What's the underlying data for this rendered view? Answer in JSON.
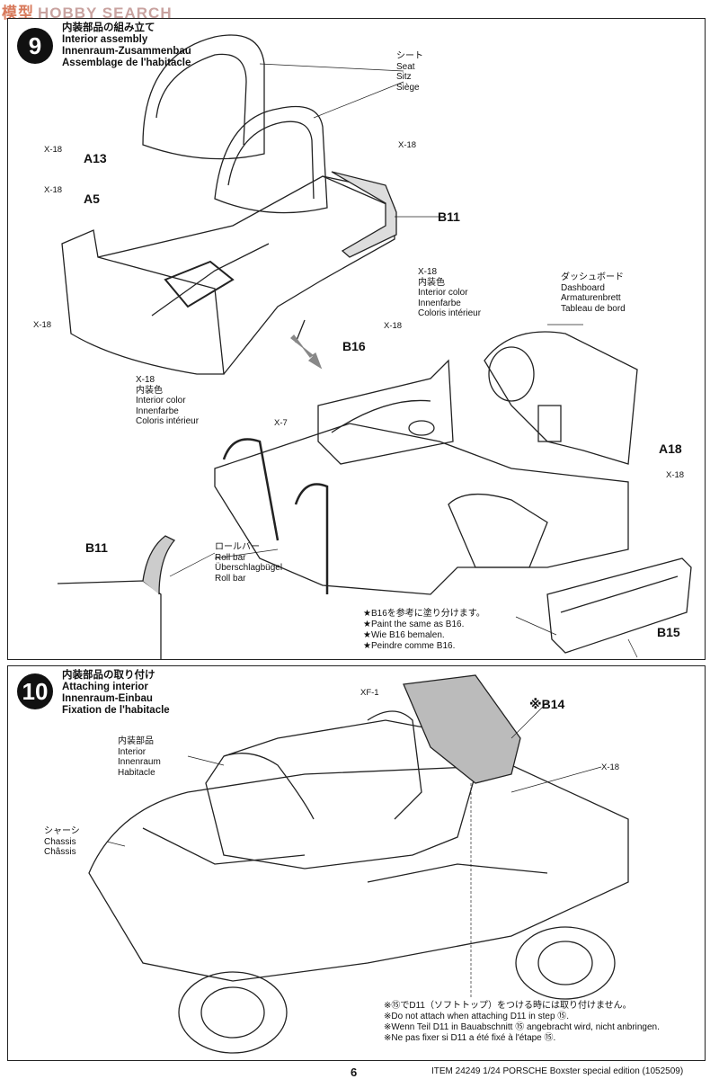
{
  "watermark": {
    "cn": "模型",
    "en": "HOBBY SEARCH"
  },
  "step9": {
    "number": "9",
    "title_lines": [
      "内装部品の組み立て",
      "Interior assembly",
      "Innenraum-Zusammenbau",
      "Assemblage de l'habitacle"
    ],
    "seat_lines": [
      "シート",
      "Seat",
      "Sitz",
      "Siège"
    ],
    "dashboard_lines": [
      "ダッシュボード",
      "Dashboard",
      "Armaturenbrett",
      "Tableau de bord"
    ],
    "rollbar_lines": [
      "ロールバー",
      "Roll bar",
      "Überschlagbügel",
      "Roll bar"
    ],
    "interior_color_lines": [
      "X-18",
      "内装色",
      "Interior color",
      "Innenfarbe",
      "Coloris intérieur"
    ],
    "parts": {
      "a13": "A13",
      "a5": "A5",
      "b11": "B11",
      "b16": "B16",
      "a18": "A18",
      "b15": "B15",
      "b11_detail": "B11"
    },
    "bolts": {
      "x18": "X-18",
      "x7": "X-7"
    },
    "paint_note": [
      "★B16を参考に塗り分けます。",
      "★Paint the same as B16.",
      "★Wie B16 bemalen.",
      "★Peindre comme B16."
    ]
  },
  "step10": {
    "number": "10",
    "title_lines": [
      "内装部品の取り付け",
      "Attaching interior",
      "Innenraum-Einbau",
      "Fixation de l'habitacle"
    ],
    "interior_lines": [
      "内装部品",
      "Interior",
      "Innenraum",
      "Habitacle"
    ],
    "chassis_lines": [
      "シャーシ",
      "Chassis",
      "Châssis"
    ],
    "parts": {
      "b14": "※B14"
    },
    "bolts": {
      "xf1": "XF-1",
      "x18": "X-18"
    },
    "note_lines": [
      "※⑮でD11（ソフトトップ）をつける時には取り付けません。",
      "※Do not attach when attaching D11 in step ⑮.",
      "※Wenn Teil D11 in Bauabschnitt ⑮ angebracht wird, nicht anbringen.",
      "※Ne pas fixer si D11 a été fixé à l'étape ⑮."
    ]
  },
  "footer": {
    "page": "6",
    "item": "ITEM 24249  1/24 PORSCHE Boxster special edition (1052509)"
  }
}
